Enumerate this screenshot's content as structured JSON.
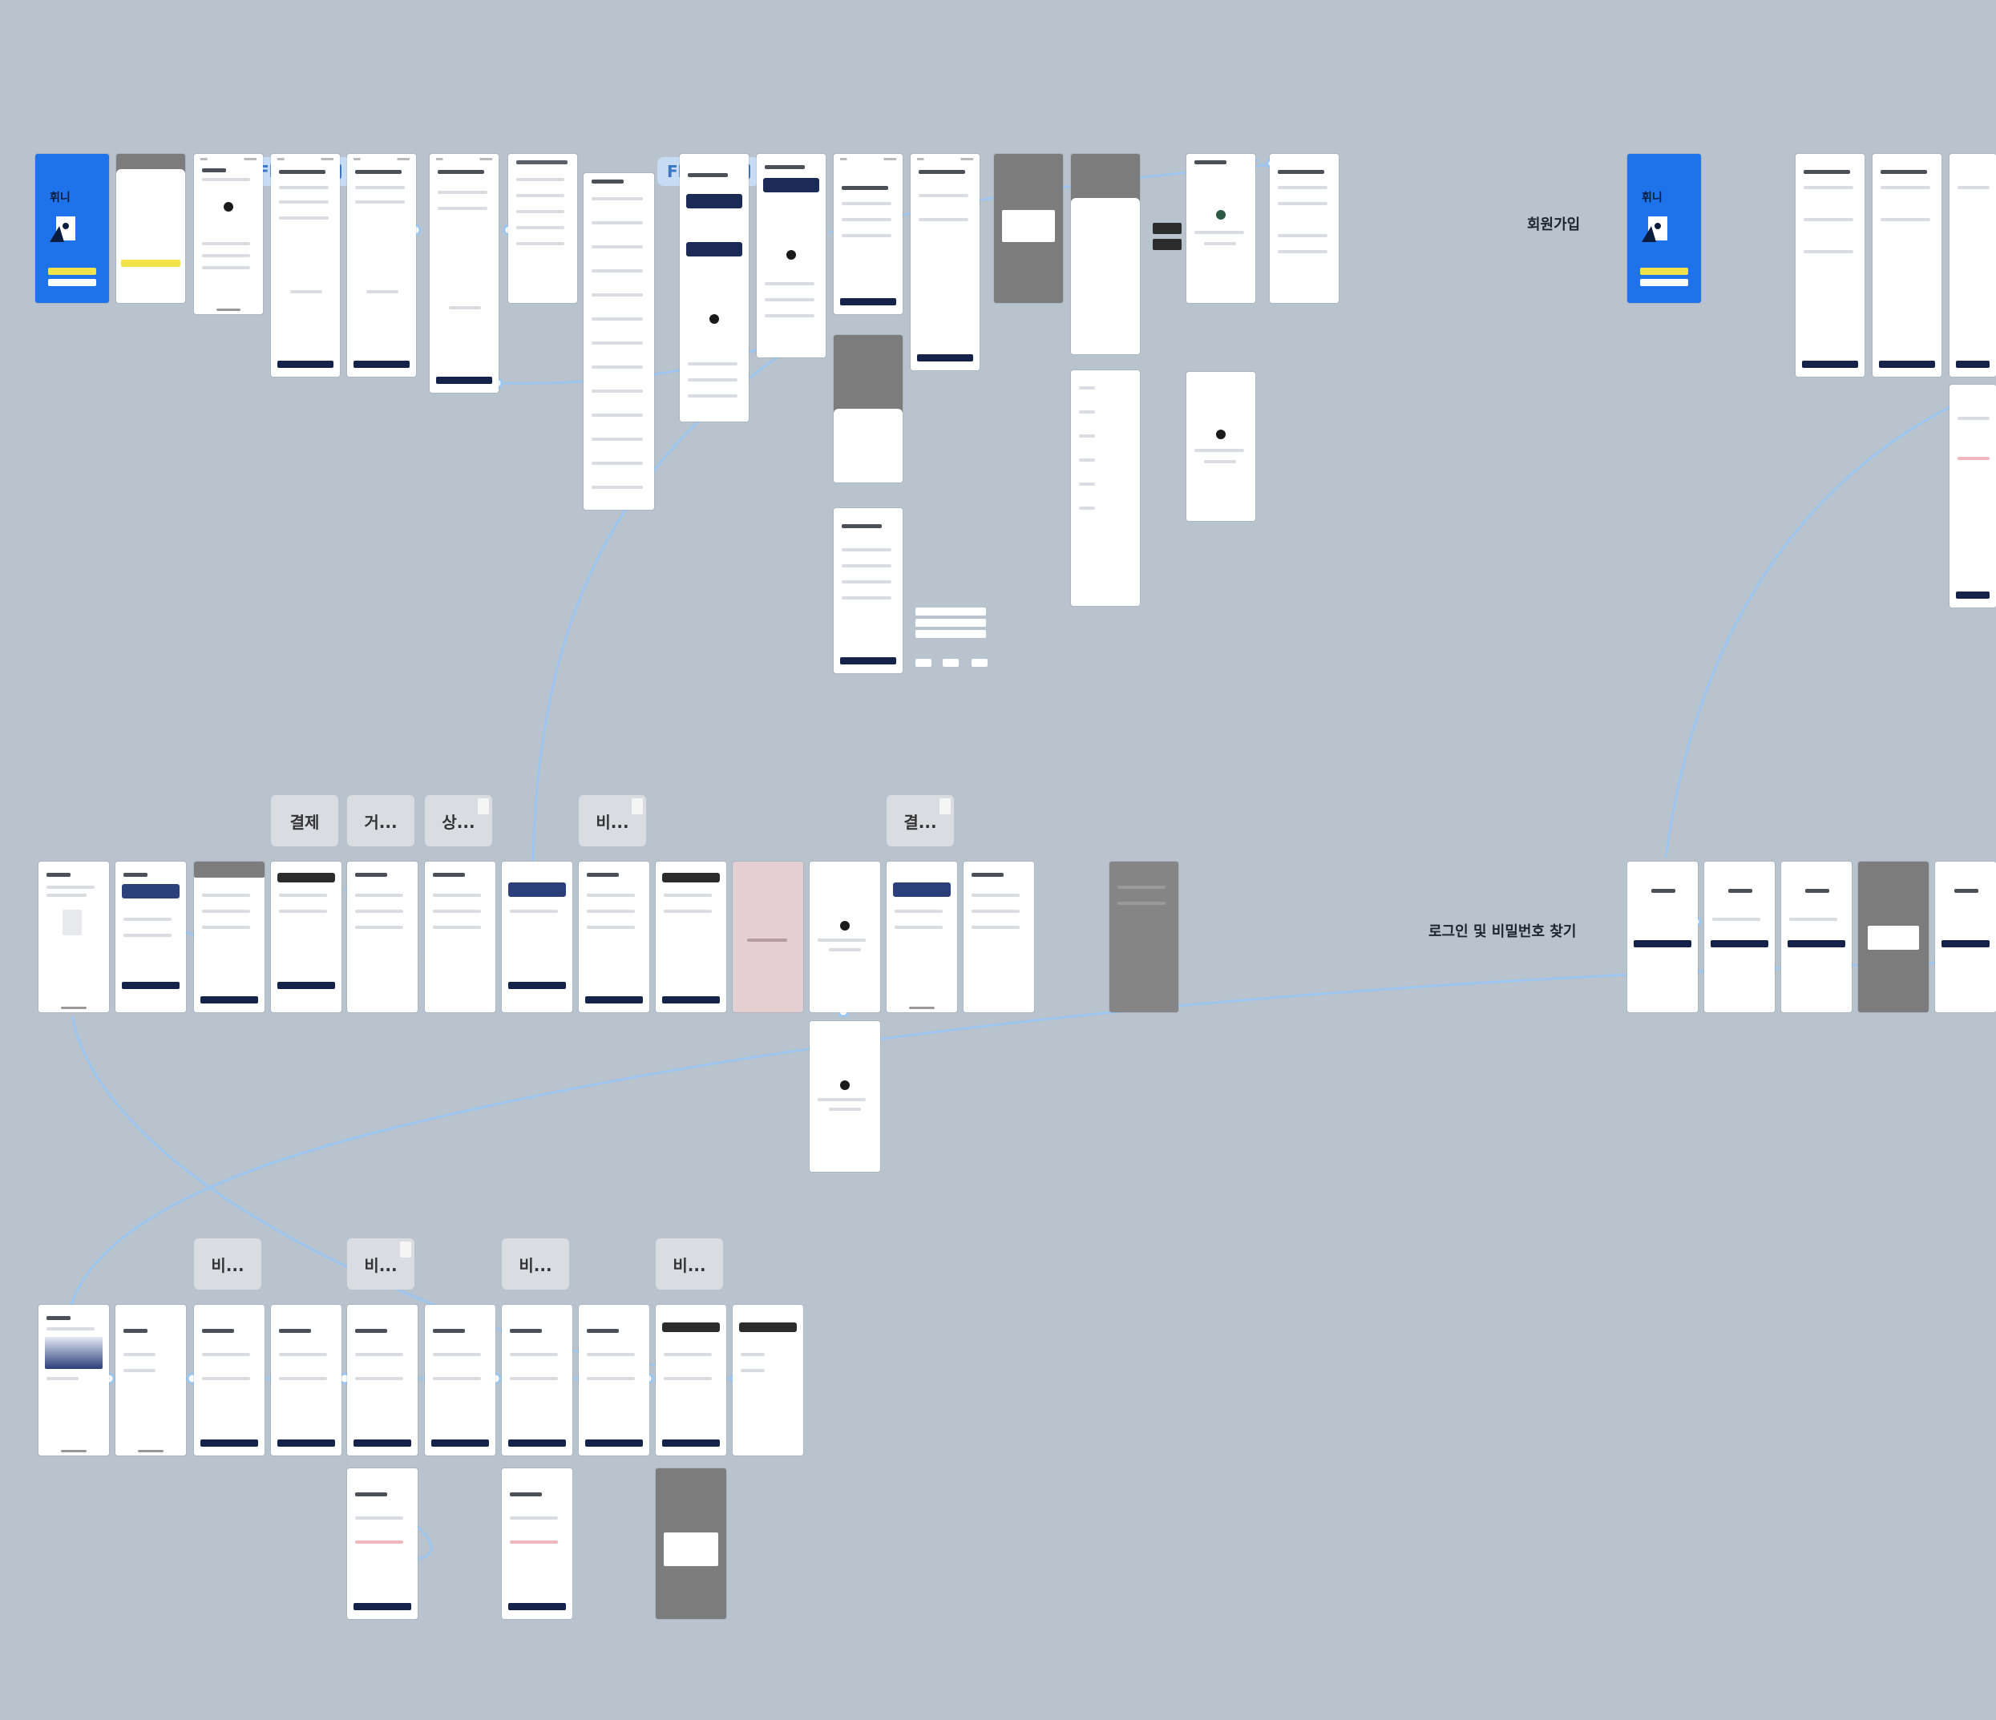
{
  "canvas": {
    "background": "#b9c3cd",
    "connector_color": "#9cc6ef"
  },
  "flows": [
    {
      "id": "flow2",
      "label": "Flow 2",
      "icon": "flow-start-icon"
    },
    {
      "id": "flow3",
      "label": "Flow 3",
      "icon": "flow-start-icon"
    }
  ],
  "sections": {
    "signup": "회원가입",
    "login": "로그인 및 비밀번호 찾기"
  },
  "splash": {
    "logo_text": "휘니"
  },
  "chips_row2": [
    "결제",
    "거...",
    "상...",
    "비...",
    "결..."
  ],
  "chips_row3": [
    "비...",
    "비...",
    "비...",
    "비..."
  ],
  "colors": {
    "brand_blue": "#1f73ea",
    "navy_button": "#15234a",
    "kakao_yellow": "#f2e34a",
    "overlay_gray": "#7c7c7c",
    "error_pink": "#e4cfd2",
    "flow_label_bg": "#c6dcf5",
    "flow_label_text": "#3a76c2"
  }
}
